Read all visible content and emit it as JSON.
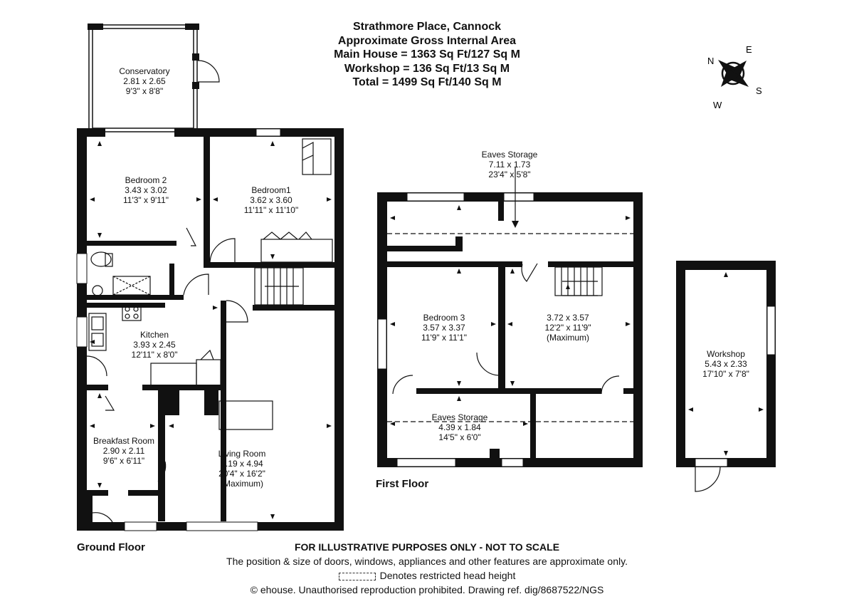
{
  "header": {
    "line1": "Strathmore Place, Cannock",
    "line2": "Approximate Gross Internal Area",
    "line3": "Main House = 1363 Sq Ft/127 Sq M",
    "line4": "Workshop = 136 Sq Ft/13 Sq M",
    "line5": "Total = 1499 Sq Ft/140 Sq M"
  },
  "compass": {
    "n": "N",
    "e": "E",
    "s": "S",
    "w": "W"
  },
  "floors": {
    "ground": "Ground Floor",
    "first": "First Floor"
  },
  "rooms": {
    "conservatory": {
      "name": "Conservatory",
      "metric": "2.81 x 2.65",
      "imperial": "9'3\" x 8'8\""
    },
    "bedroom2": {
      "name": "Bedroom 2",
      "metric": "3.43 x 3.02",
      "imperial": "11'3\" x 9'11\""
    },
    "bedroom1": {
      "name": "Bedroom1",
      "metric": "3.62 x 3.60",
      "imperial": "11'11\" x 11'10\""
    },
    "kitchen": {
      "name": "Kitchen",
      "metric": "3.93 x 2.45",
      "imperial": "12'11\" x 8'0\""
    },
    "breakfast": {
      "name": "Breakfast Room",
      "metric": "2.90 x 2.11",
      "imperial": "9'6\" x 6'11\""
    },
    "living": {
      "name": "Living Room",
      "metric": "6.19 x 4.94",
      "imperial": "20'4\" x 16'2\"",
      "note": "(Maximum)"
    },
    "eaves1": {
      "name": "Eaves Storage",
      "metric": "7.11 x 1.73",
      "imperial": "23'4\" x 5'8\""
    },
    "bedroom3": {
      "name": "Bedroom 3",
      "metric": "3.57 x 3.37",
      "imperial": "11'9\" x 11'1\""
    },
    "room4": {
      "metric": "3.72 x 3.57",
      "imperial": "12'2\" x 11'9\"",
      "note": "(Maximum)"
    },
    "eaves2": {
      "name": "Eaves Storage",
      "metric": "4.39 x 1.84",
      "imperial": "14'5\" x 6'0\""
    },
    "workshop": {
      "name": "Workshop",
      "metric": "5.43 x 2.33",
      "imperial": "17'10\" x 7'8\""
    }
  },
  "footer": {
    "line1": "FOR ILLUSTRATIVE PURPOSES ONLY - NOT TO SCALE",
    "line2": "The position & size of doors, windows, appliances and other features are approximate only.",
    "legend": "Denotes restricted head height",
    "line4": "© ehouse. Unauthorised reproduction prohibited. Drawing ref. dig/8687522/NGS"
  }
}
